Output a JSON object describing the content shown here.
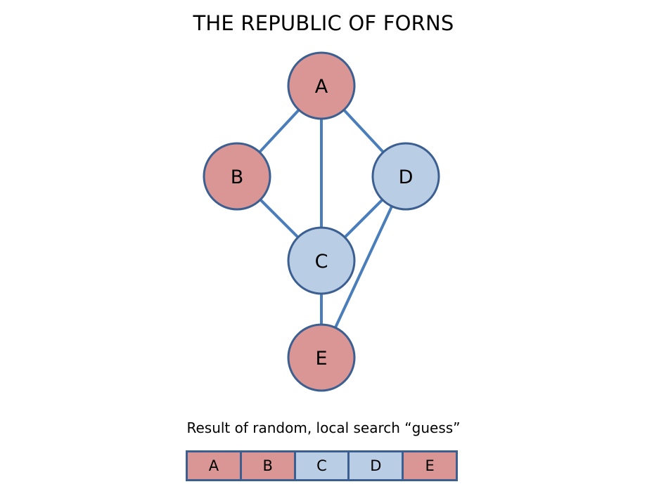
{
  "title": "THE REPUBLIC OF FORNS",
  "colors": {
    "red": "#d99694",
    "blue": "#b9cde5",
    "edge": "#4a7ebb",
    "outline": "#3c5f91"
  },
  "graph": {
    "nodes": [
      {
        "id": "A",
        "label": "A",
        "color": "red"
      },
      {
        "id": "B",
        "label": "B",
        "color": "red"
      },
      {
        "id": "C",
        "label": "C",
        "color": "blue"
      },
      {
        "id": "D",
        "label": "D",
        "color": "blue"
      },
      {
        "id": "E",
        "label": "E",
        "color": "red"
      }
    ],
    "edges": [
      [
        "A",
        "B"
      ],
      [
        "A",
        "C"
      ],
      [
        "A",
        "D"
      ],
      [
        "B",
        "C"
      ],
      [
        "C",
        "D"
      ],
      [
        "C",
        "E"
      ],
      [
        "D",
        "E"
      ]
    ]
  },
  "result": {
    "caption": "Result of random, local search “guess”",
    "cells": [
      {
        "label": "A",
        "color": "red"
      },
      {
        "label": "B",
        "color": "red"
      },
      {
        "label": "C",
        "color": "blue"
      },
      {
        "label": "D",
        "color": "blue"
      },
      {
        "label": "E",
        "color": "red"
      }
    ]
  }
}
